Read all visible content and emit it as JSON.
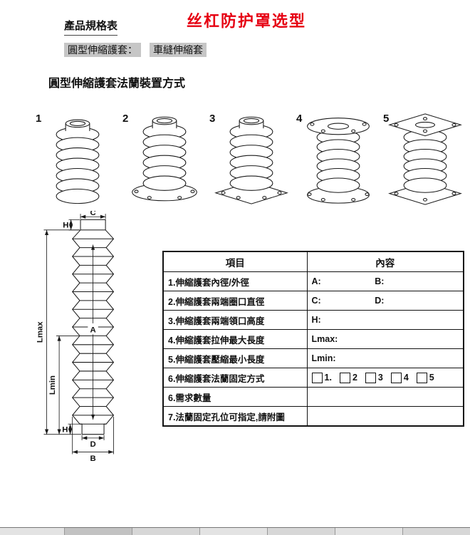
{
  "page": {
    "spec_title": "產品規格表",
    "main_title": "丝杠防护罩选型",
    "subtitle_label": "圓型伸縮護套：",
    "subtitle_value": "車縫伸縮套",
    "section_heading": "圓型伸縮護套法蘭裝置方式"
  },
  "colors": {
    "title_red": "#e60012"
  },
  "figures": {
    "nums": [
      "1",
      "2",
      "3",
      "4",
      "5"
    ]
  },
  "diagram": {
    "dim_c": "C",
    "dim_h_top": "H",
    "dim_a": "A",
    "dim_lmax": "Lmax",
    "dim_lmin": "Lmin",
    "dim_h_bottom": "H",
    "dim_d": "D",
    "dim_b": "B"
  },
  "table": {
    "header_item": "項目",
    "header_content": "內容",
    "rows": [
      {
        "item": "1.伸縮護套內徑/外徑",
        "f1": "A:",
        "f2": "B:"
      },
      {
        "item": "2.伸縮護套兩端圈口直徑",
        "f1": "C:",
        "f2": "D:"
      },
      {
        "item": "3.伸縮護套兩端領口高度",
        "f1": "H:"
      },
      {
        "item": "4.伸縮護套拉伸最大長度",
        "f1": "Lmax:"
      },
      {
        "item": "5.伸縮護套壓縮最小長度",
        "f1": "Lmin:"
      },
      {
        "item": "6.伸縮護套法蘭固定方式",
        "options": [
          "1.",
          "2",
          "3",
          "4",
          "5"
        ]
      },
      {
        "item": "6.需求數量"
      },
      {
        "item": "7.法蘭固定孔位可指定,請附圖"
      }
    ]
  }
}
